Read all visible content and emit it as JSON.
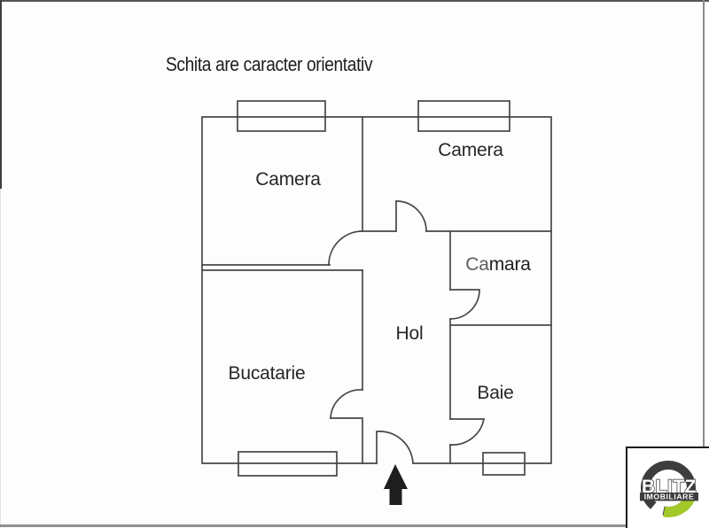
{
  "title": "Schita are caracter orientativ",
  "rooms": {
    "camera_left": "Camera",
    "camera_right": "Camera",
    "camara": {
      "part1": "Ca",
      "part2": "mara"
    },
    "hol": "Hol",
    "bucatarie": "Bucatarie",
    "baie": "Baie"
  },
  "plan": {
    "wall_color": "#474747",
    "entrance_marker": "up-arrow",
    "window_count": 4,
    "door_count": 6
  },
  "logo": {
    "brand": "BLITZ",
    "subtitle": "IMOBILIARE",
    "ring_color": "#3d3d3d",
    "accent_green": "#a3c82a",
    "text_color": "#ffffff"
  }
}
